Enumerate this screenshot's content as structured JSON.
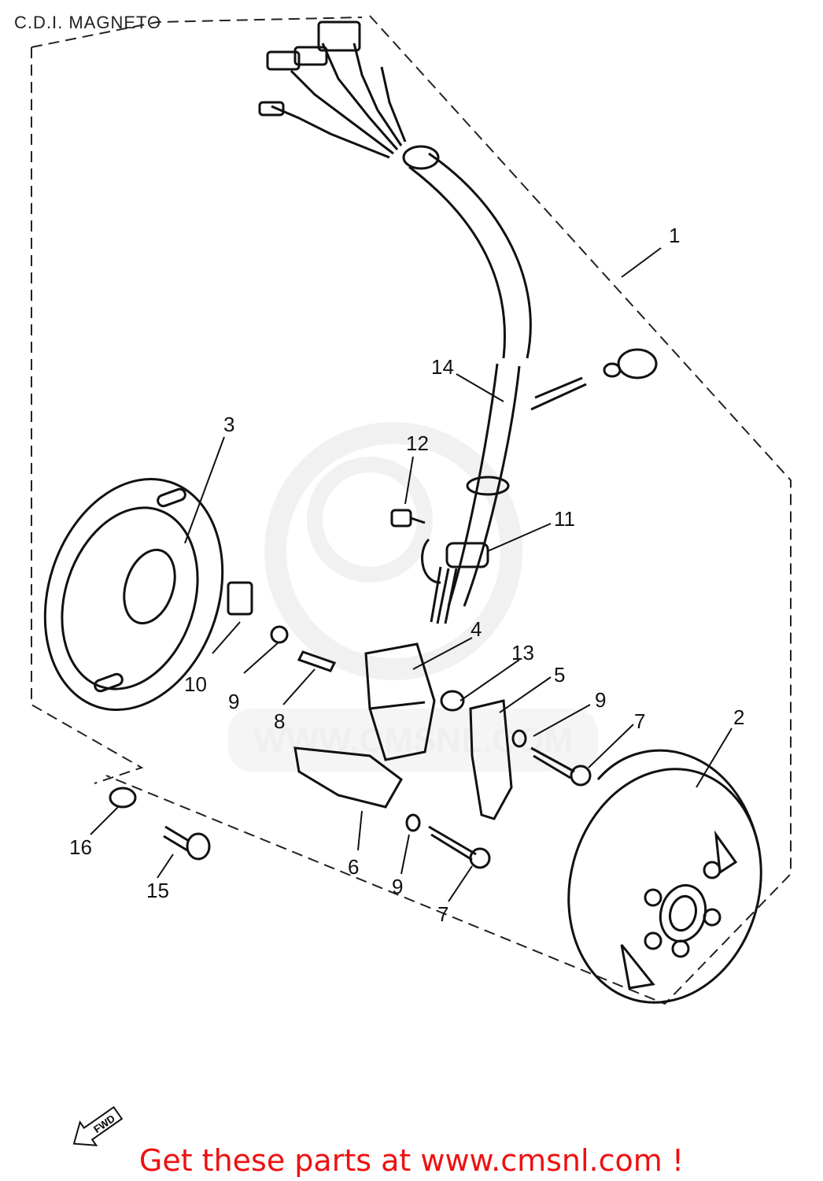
{
  "title": "C.D.I. MAGNETO",
  "promo": "Get these parts at www.cmsnl.com !",
  "watermark": "WWW.CMSNL.COM",
  "fwd_label": "FWD",
  "callouts": [
    "1",
    "2",
    "3",
    "4",
    "5",
    "6",
    "7",
    "7",
    "8",
    "9",
    "9",
    "9",
    "10",
    "11",
    "12",
    "13",
    "14",
    "15",
    "16"
  ]
}
